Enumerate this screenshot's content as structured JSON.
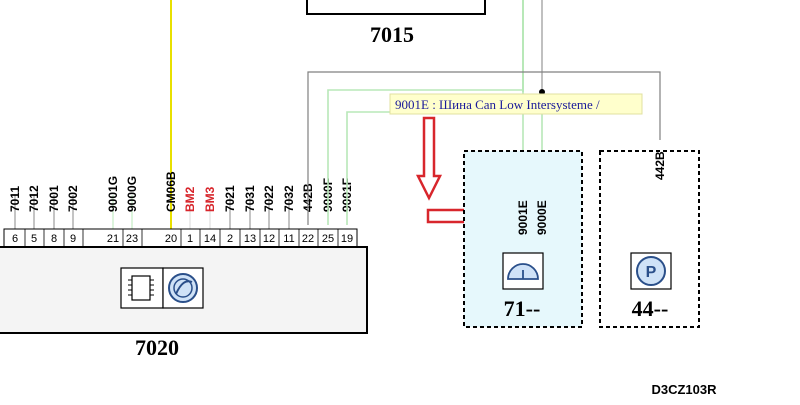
{
  "diagram": {
    "reference": "D3CZ103R",
    "top_box_label": "7015",
    "main_box_label": "7020",
    "tooltip": "9001E : Шина Can Low Intersysteme /",
    "left_connector": {
      "wires": [
        {
          "label": "7011",
          "pin": "6",
          "color": "#000000"
        },
        {
          "label": "7012",
          "pin": "5",
          "color": "#000000"
        },
        {
          "label": "7001",
          "pin": "8",
          "color": "#000000"
        },
        {
          "label": "7002",
          "pin": "9",
          "color": "#000000"
        },
        {
          "label": "9001G",
          "pin": "21",
          "color": "#000000"
        },
        {
          "label": "9000G",
          "pin": "23",
          "color": "#000000"
        },
        {
          "label": "CM06B",
          "pin": "20",
          "color": "#000000"
        },
        {
          "label": "BM2",
          "pin": "1",
          "color": "#d8262c"
        },
        {
          "label": "BM3",
          "pin": "14",
          "color": "#d8262c"
        },
        {
          "label": "7021",
          "pin": "2",
          "color": "#000000"
        },
        {
          "label": "7031",
          "pin": "13",
          "color": "#000000"
        },
        {
          "label": "7022",
          "pin": "12",
          "color": "#000000"
        },
        {
          "label": "7032",
          "pin": "11",
          "color": "#000000"
        },
        {
          "label": "442B",
          "pin": "22",
          "color": "#000000"
        },
        {
          "label": "9000F",
          "pin": "25",
          "color": "#000000"
        },
        {
          "label": "9001F",
          "pin": "19",
          "color": "#000000"
        }
      ]
    },
    "module_71": {
      "label": "71--",
      "wires": [
        "9001E",
        "9000E"
      ],
      "fill": "#e6f8fc"
    },
    "module_44": {
      "label": "44--",
      "wires": [
        "442B"
      ]
    },
    "colors": {
      "accent_red": "#d8262c",
      "wire_green": "#b8e8b8",
      "wire_yellow": "#e8e000",
      "wire_gray": "#c0c0c0"
    }
  }
}
